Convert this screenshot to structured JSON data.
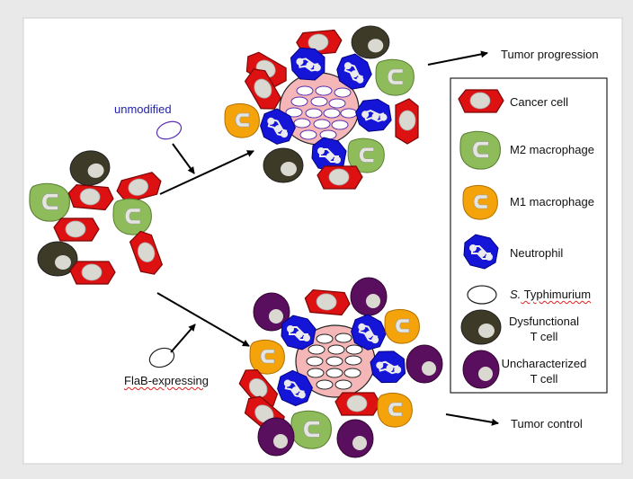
{
  "labels": {
    "unmodified": "unmodified",
    "flab": "FlaB-expressing",
    "tumor_progression": "Tumor progression",
    "tumor_control": "Tumor control"
  },
  "legend": {
    "items": [
      {
        "icon": "cancer-cell-icon",
        "label": "Cancer cell"
      },
      {
        "icon": "m2-macrophage-icon",
        "label": "M2 macrophage"
      },
      {
        "icon": "m1-macrophage-icon",
        "label": "M1 macrophage"
      },
      {
        "icon": "neutrophil-icon",
        "label": "Neutrophil"
      },
      {
        "icon": "bacterium-icon",
        "label_italic": "S.",
        "label_rest": " Typhimurium"
      },
      {
        "icon": "dysfunctional-t-cell-icon",
        "label": "Dysfunctional\nT cell"
      },
      {
        "icon": "uncharacterized-t-cell-icon",
        "label": "Uncharacterized\nT cell"
      }
    ]
  },
  "colors": {
    "cancer": "#dd1111",
    "m2": "#8fbc5a",
    "m1": "#f5a30a",
    "neutrophil": "#1515d8",
    "bacterium_fill": "#ffffff",
    "bacterium_stroke": "#5a2fb0",
    "dysfunctional_t": "#3d3a28",
    "uncharacterized_t": "#5a0f5e",
    "nucleus": "#d9d9d2",
    "core_fill": "#f4b6b6"
  }
}
